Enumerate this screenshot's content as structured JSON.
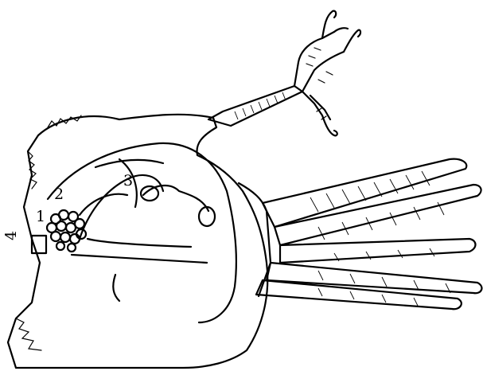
{
  "figure": {
    "labels": {
      "one": "1",
      "two": "2",
      "three": "3",
      "four": "4"
    },
    "colors": {
      "ink": "#000000",
      "paper": "#ffffff"
    }
  }
}
